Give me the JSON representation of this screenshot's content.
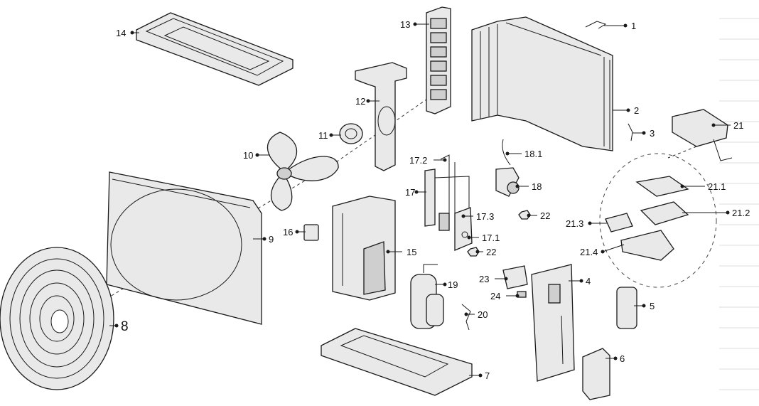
{
  "labels": {
    "p1": "1",
    "p2": "2",
    "p3": "3",
    "p4": "4",
    "p5": "5",
    "p6": "6",
    "p7": "7",
    "p8": "8",
    "p9": "9",
    "p10": "10",
    "p11": "11",
    "p12": "12",
    "p13": "13",
    "p14": "14",
    "p15": "15",
    "p16": "16",
    "p17": "17",
    "p17_1": "17.1",
    "p17_2": "17.2",
    "p17_3": "17.3",
    "p18": "18",
    "p18_1": "18.1",
    "p19": "19",
    "p20": "20",
    "p21": "21",
    "p21_1": "21.1",
    "p21_2": "21.2",
    "p21_3": "21.3",
    "p21_4": "21.4",
    "p22a": "22",
    "p22b": "22",
    "p23": "23",
    "p24": "24"
  }
}
